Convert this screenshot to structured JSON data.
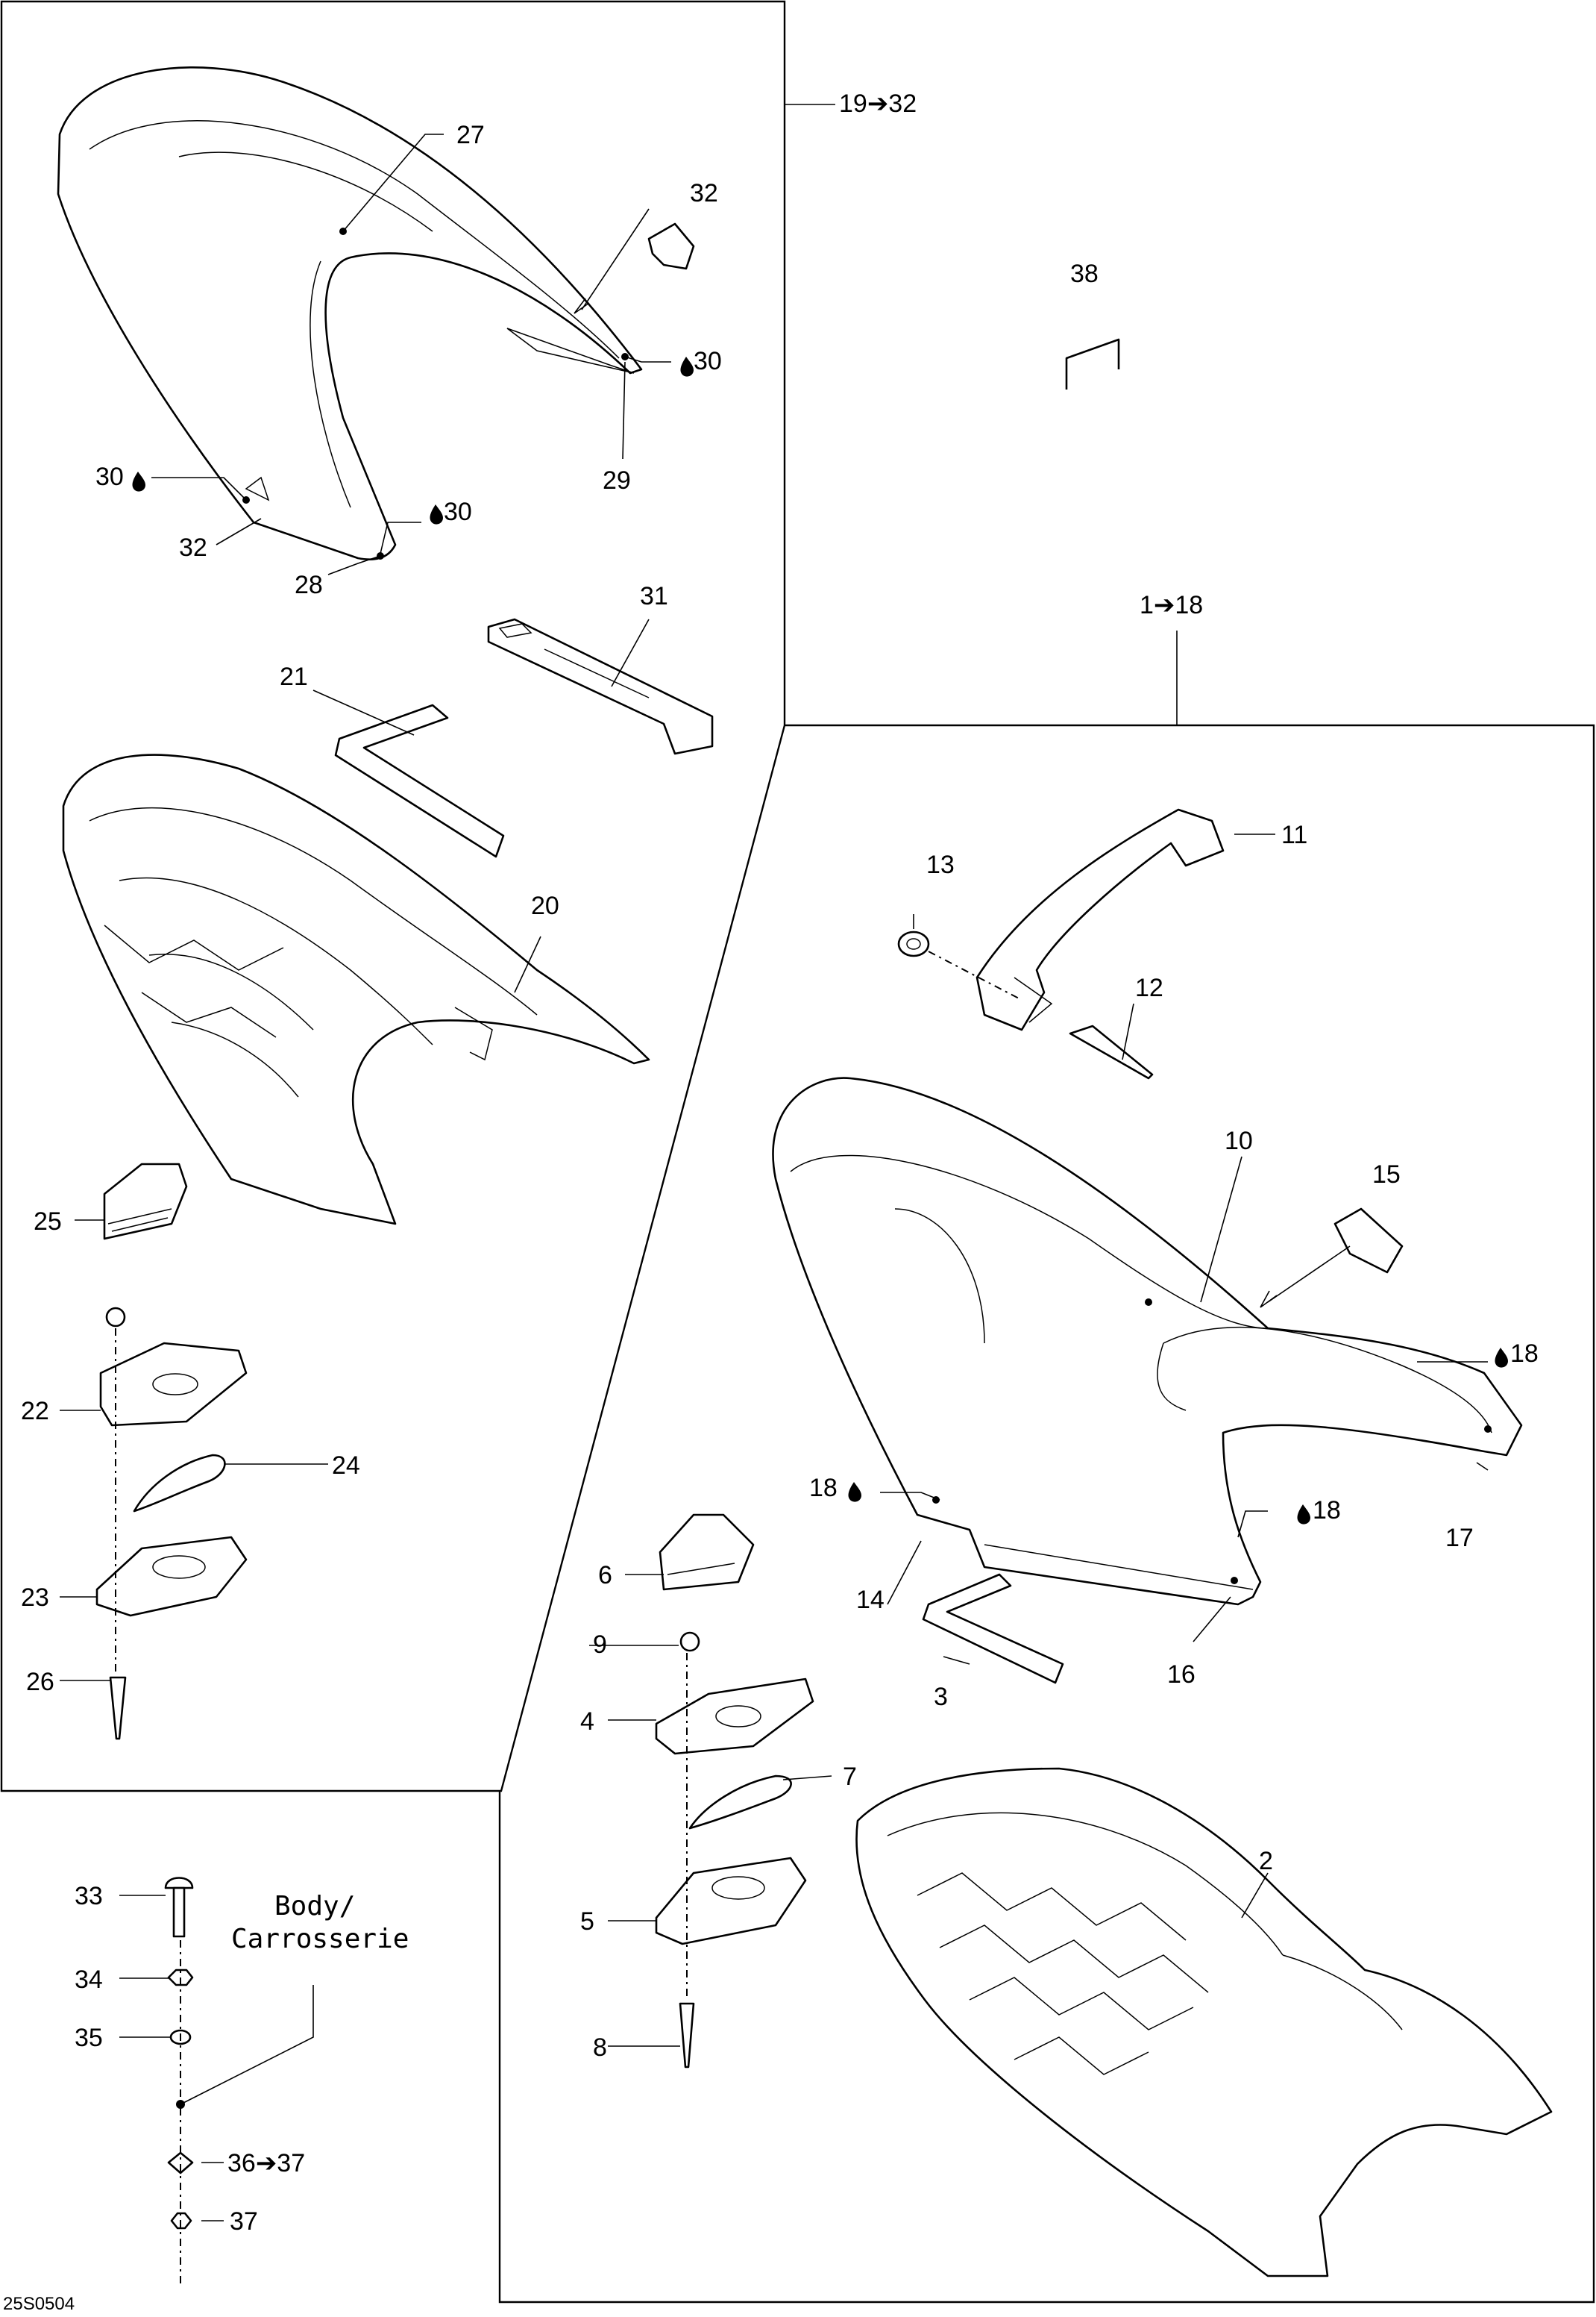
{
  "diagram_code": "25S0504",
  "group_labels": {
    "group_a": "19➔32",
    "group_b": "1➔18"
  },
  "body_label": {
    "line1": "Body/",
    "line2": "Carrosserie"
  },
  "callouts": {
    "c27": "27",
    "c32a": "32",
    "c30a": "30",
    "c29": "29",
    "c30b": "30",
    "c32b": "32",
    "c30c": "30",
    "c28": "28",
    "c31": "31",
    "c21": "21",
    "c20": "20",
    "c25": "25",
    "c22": "22",
    "c24": "24",
    "c23": "23",
    "c26": "26",
    "c38": "38",
    "c13": "13",
    "c11": "11",
    "c12": "12",
    "c10": "10",
    "c15": "15",
    "c18a": "18",
    "c18b": "18",
    "c17": "17",
    "c18c": "18",
    "c14": "14",
    "c16": "16",
    "c3": "3",
    "c6": "6",
    "c9": "9",
    "c4": "4",
    "c7": "7",
    "c5": "5",
    "c8": "8",
    "c2": "2",
    "c33": "33",
    "c34": "34",
    "c35": "35",
    "c36": "36➔37",
    "c37": "37"
  },
  "glyphs": {
    "sealant": "sealant-drop-icon",
    "arrow": "arrow-right-icon"
  }
}
